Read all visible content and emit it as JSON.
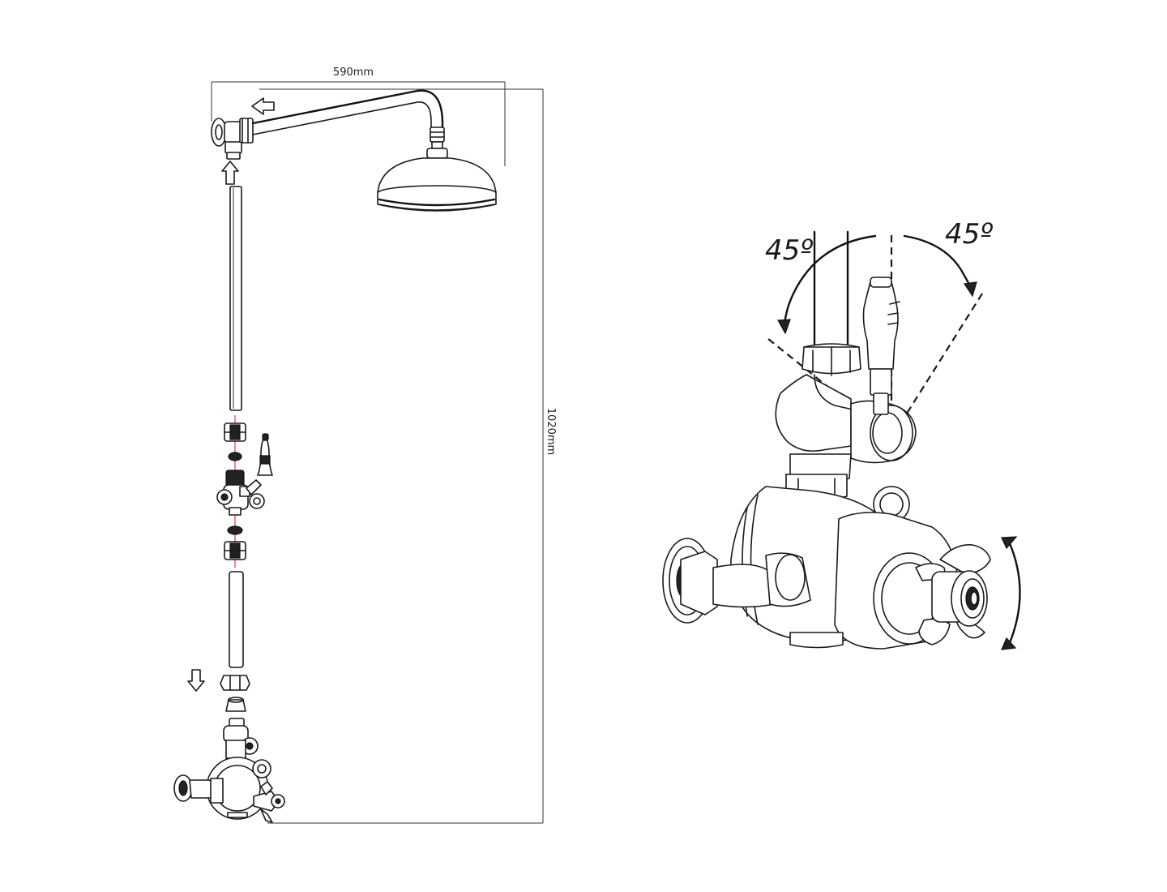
{
  "dimensions": {
    "width_label": "590mm",
    "height_label": "1020mm"
  },
  "rotation_diagram": {
    "left_angle_label": "45º",
    "right_angle_label": "45º"
  }
}
